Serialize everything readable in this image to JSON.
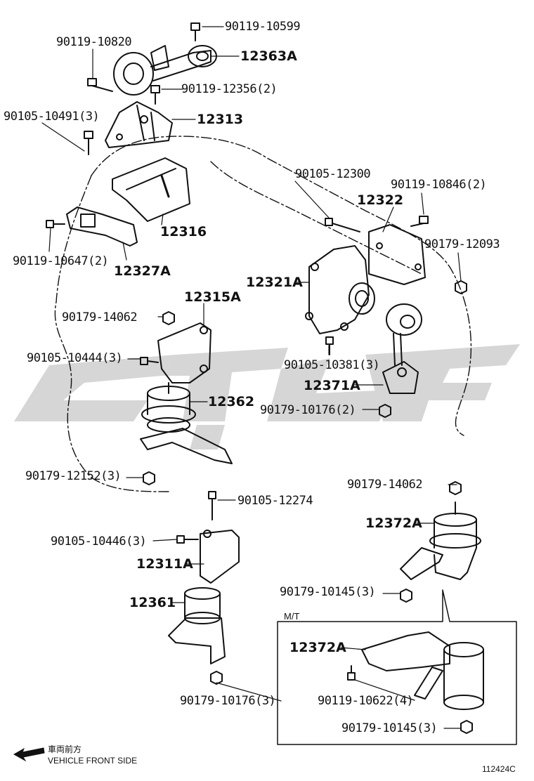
{
  "labels": {
    "l_90119_10599": "90119-10599",
    "l_90119_10820": "90119-10820",
    "l_12363A": "12363A",
    "l_90119_12356": "90119-12356(2)",
    "l_90105_10491": "90105-10491(3)",
    "l_12313": "12313",
    "l_12316": "12316",
    "l_90105_12300": "90105-12300",
    "l_90119_10846": "90119-10846(2)",
    "l_12322": "12322",
    "l_90119_10647": "90119-10647(2)",
    "l_12327A": "12327A",
    "l_90179_12093": "90179-12093",
    "l_12321A": "12321A",
    "l_12315A": "12315A",
    "l_90179_14062_a": "90179-14062",
    "l_90105_10444": "90105-10444(3)",
    "l_90105_10381": "90105-10381(3)",
    "l_12371A": "12371A",
    "l_12362": "12362",
    "l_90179_10176_a": "90179-10176(2)",
    "l_90179_12152": "90179-12152(3)",
    "l_90179_14062_b": "90179-14062",
    "l_90105_12274": "90105-12274",
    "l_12372A_a": "12372A",
    "l_90105_10446": "90105-10446(3)",
    "l_12311A": "12311A",
    "l_90179_10145_a": "90179-10145(3)",
    "l_12361": "12361",
    "l_mt": "M/T",
    "l_12372A_b": "12372A",
    "l_90119_10622": "90119-10622(4)",
    "l_90179_10176_b": "90179-10176(3)",
    "l_90179_10145_b": "90179-10145(3)"
  },
  "direction": {
    "japanese": "車両前方",
    "english": "VEHICLE FRONT SIDE"
  },
  "figure_number": "112424C",
  "colors": {
    "ink": "#111111",
    "watermark": "#d6d6d6"
  }
}
